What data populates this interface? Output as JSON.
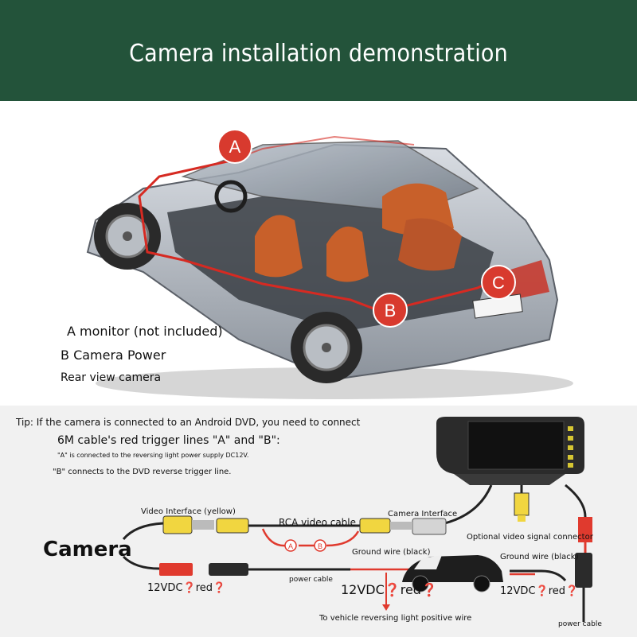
{
  "header": {
    "title": "Camera installation demonstration",
    "bg_color": "#23533a"
  },
  "car_diagram": {
    "markers": {
      "a": "A",
      "b": "B",
      "c": "C"
    },
    "marker_color": "#d83a2e",
    "legend": {
      "a": "A monitor (not included)",
      "b": "B Camera Power",
      "c": "Rear view camera"
    }
  },
  "wiring": {
    "tip_line1": "Tip: If the camera is connected to an Android DVD, you need to connect",
    "tip_line2": "6M cable's red trigger lines \"A\" and \"B\":",
    "tip_note_a": "\"A\" is connected to the reversing light power supply DC12V.",
    "tip_note_b": "\"B\" connects to the DVD reverse trigger line.",
    "camera_label": "Camera",
    "video_interface_label": "Video Interface (yellow)",
    "rca_cable_label": "RCA video cable",
    "camera_interface_label": "Camera Interface",
    "marker_a": "A",
    "marker_b": "B",
    "optional_video_label": "Optional video signal connector",
    "ground_wire_label_1": "Ground wire (black)",
    "ground_wire_label_2": "Ground wire (black)",
    "power_cable_label_1": "power cable",
    "power_cable_label_2": "power cable",
    "dc_label_1": "12VDC❓red❓",
    "dc_label_2": "12VDC❓red❓",
    "dc_label_3": "12VDC❓red❓",
    "reversing_light_label": "To vehicle reversing light positive wire"
  }
}
